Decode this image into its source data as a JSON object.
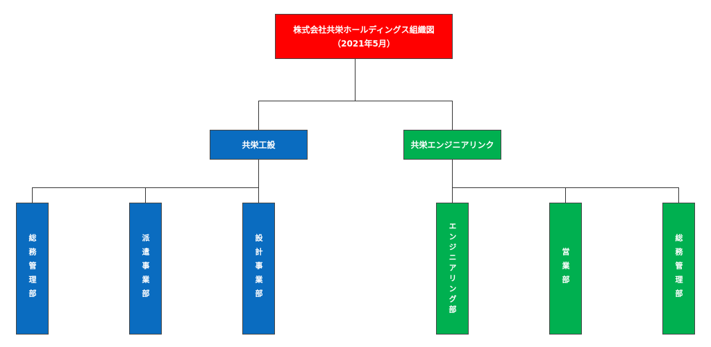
{
  "org": {
    "title": "株式会社共栄ホールディングス組織図",
    "date": "（2021年5月）",
    "divisions": [
      {
        "name": "共栄工設",
        "color": "#0a6cc0",
        "departments": [
          "総務管理部",
          "派遣事業部",
          "設計事業部"
        ]
      },
      {
        "name": "共栄エンジニアリンク",
        "color": "#00b050",
        "departments": [
          "エンジニアリング部",
          "営業部",
          "総務管理部"
        ]
      }
    ],
    "root_color": "#ff0000"
  }
}
